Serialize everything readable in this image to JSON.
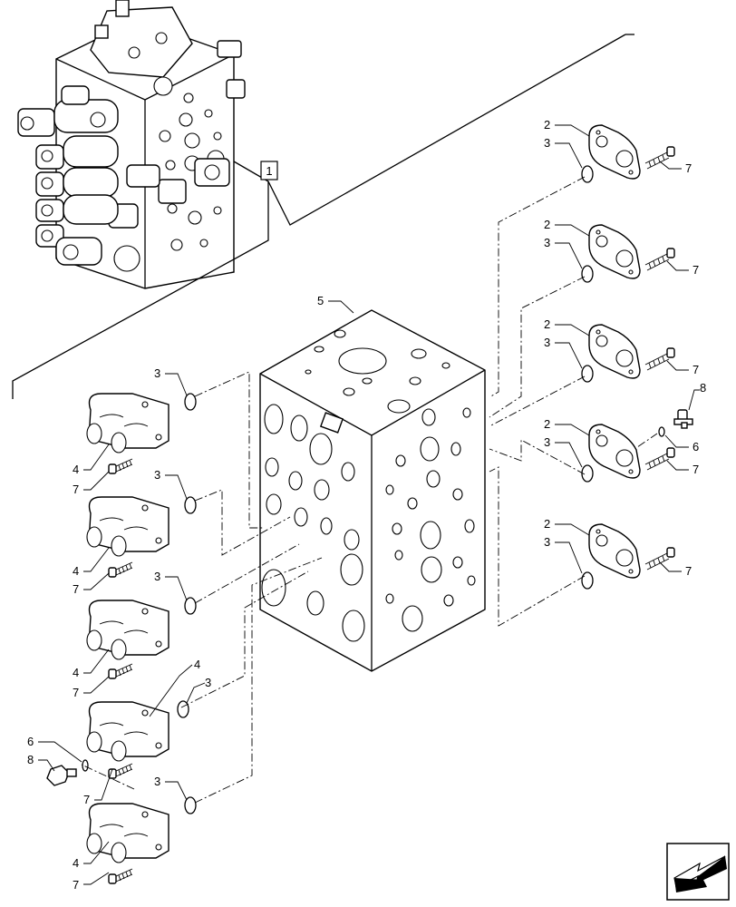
{
  "callouts": {
    "c1": "1",
    "c2": "2",
    "c3": "3",
    "c4": "4",
    "c5": "5",
    "c6": "6",
    "c7": "7",
    "c8": "8"
  },
  "icons": {
    "nav": "arrow-bottom-left-icon"
  }
}
